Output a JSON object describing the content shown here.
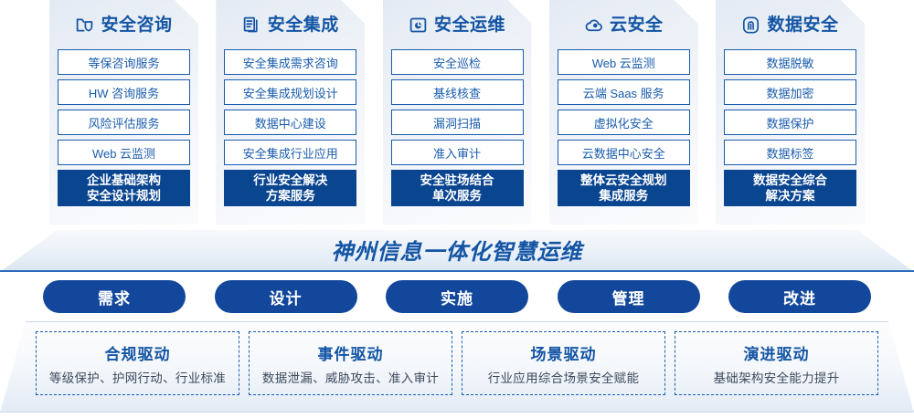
{
  "pillars": [
    {
      "icon": "folder-shield-icon",
      "title": "安全咨询",
      "items": [
        "等保咨询服务",
        "HW 咨询服务",
        "风险评估服务",
        "Web 云监测"
      ],
      "highlight": [
        "企业基础架构",
        "安全设计规划"
      ]
    },
    {
      "icon": "documents-copy-icon",
      "title": "安全集成",
      "items": [
        "安全集成需求咨询",
        "安全集成规划设计",
        "数据中心建设",
        "安全集成行业应用"
      ],
      "highlight": [
        "行业安全解决",
        "方案服务"
      ]
    },
    {
      "icon": "monitor-chart-icon",
      "title": "安全运维",
      "items": [
        "安全巡检",
        "基线核查",
        "漏洞扫描",
        "准入审计"
      ],
      "highlight": [
        "安全驻场结合",
        "单次服务"
      ]
    },
    {
      "icon": "cloud-icon",
      "title": "云安全",
      "items": [
        "Web 云监测",
        "云端 Saas 服务",
        "虚拟化安全",
        "云数据中心安全"
      ],
      "highlight": [
        "整体云安全规划",
        "集成服务"
      ]
    },
    {
      "icon": "fingerprint-icon",
      "title": "数据安全",
      "items": [
        "数据脱敏",
        "数据加密",
        "数据保护",
        "数据标签"
      ],
      "highlight": [
        "数据安全综合",
        "解决方案"
      ]
    }
  ],
  "banner": {
    "title": "神州信息一体化智慧运维"
  },
  "phases": [
    {
      "label": "需求"
    },
    {
      "label": "设计"
    },
    {
      "label": "实施"
    },
    {
      "label": "管理"
    },
    {
      "label": "改进"
    }
  ],
  "drivers": [
    {
      "title": "合规驱动",
      "subtitle": "等级保护、护网行动、行业标准"
    },
    {
      "title": "事件驱动",
      "subtitle": "数据泄漏、威胁攻击、准入审计"
    },
    {
      "title": "场景驱动",
      "subtitle": "行业应用综合场景安全赋能"
    },
    {
      "title": "演进驱动",
      "subtitle": "基础架构安全能力提升"
    }
  ],
  "colors": {
    "primary_blue": "#1455a4",
    "deep_blue": "#0a4590",
    "pill_blue": "#12479b",
    "card_bg_start": "#e4eaf4",
    "card_bg_end": "#fafbfd",
    "subtitle_gray": "#3d4a5c"
  }
}
